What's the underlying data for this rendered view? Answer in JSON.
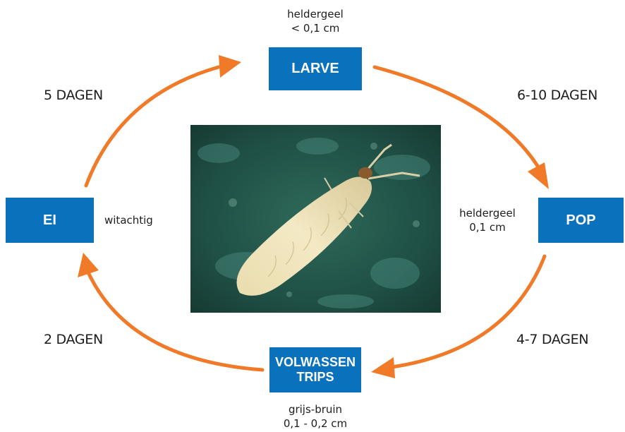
{
  "stages": {
    "larve": {
      "label": "LARVE",
      "note_line1": "heldergeel",
      "note_line2": "< 0,1 cm"
    },
    "pop": {
      "label": "POP",
      "note_line1": "heldergeel",
      "note_line2": "0,1 cm"
    },
    "volwassen": {
      "label_line1": "VOLWASSEN",
      "label_line2": "TRIPS",
      "note_line1": "grijs-bruin",
      "note_line2": "0,1 - 0,2 cm"
    },
    "ei": {
      "label": "EI",
      "note": "witachtig"
    }
  },
  "durations": {
    "ei_to_larve": "5 DAGEN",
    "larve_to_pop": "6-10 DAGEN",
    "pop_to_volwassen": "4-7 DAGEN",
    "volwassen_to_ei": "2 DAGEN"
  },
  "colors": {
    "box": "#0a72bd",
    "arrow": "#f07a28",
    "text": "#1d1d1d"
  },
  "photo": {
    "subject": "trips-larva-icon"
  }
}
